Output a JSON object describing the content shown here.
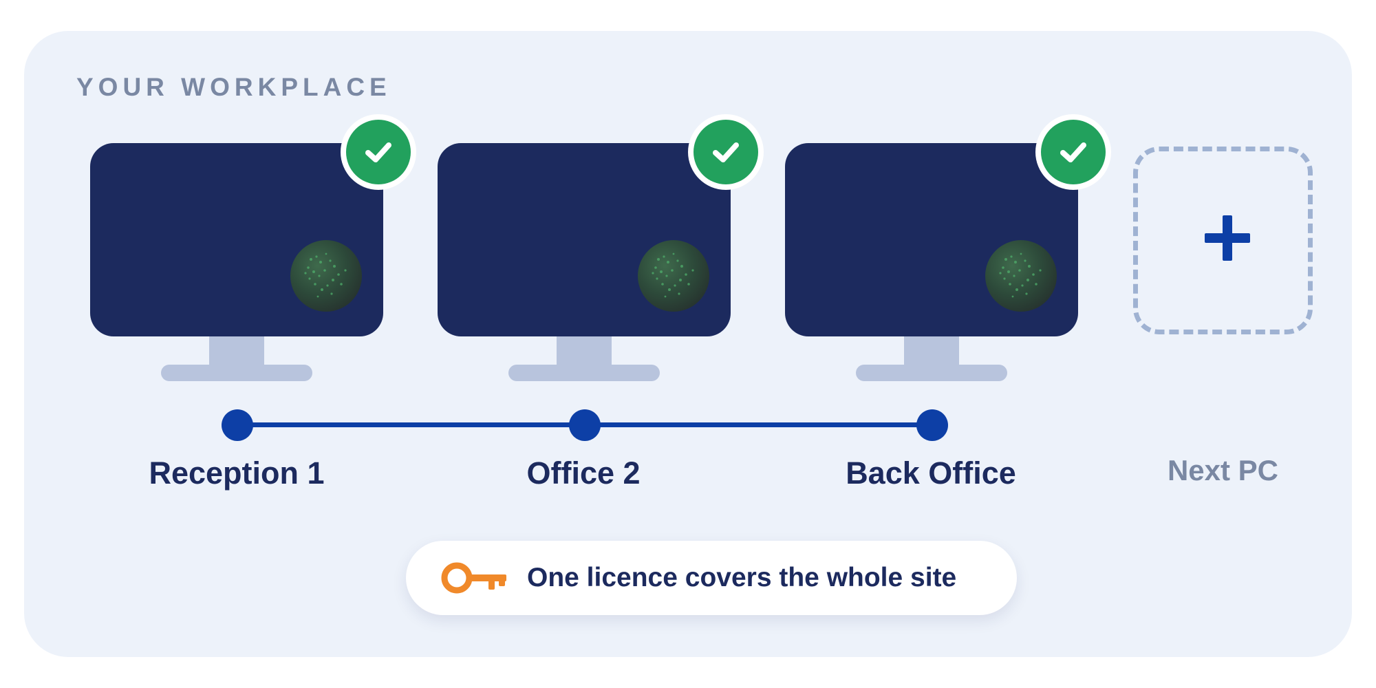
{
  "heading": "YOUR WORKPLACE",
  "computers": [
    {
      "label": "Reception 1",
      "status": "licensed"
    },
    {
      "label": "Office 2",
      "status": "licensed"
    },
    {
      "label": "Back Office",
      "status": "licensed"
    }
  ],
  "add_tile": {
    "label": "Next PC",
    "icon": "plus-icon"
  },
  "licence": {
    "text": "One licence covers the whole site",
    "icon": "key-icon"
  },
  "colors": {
    "panel": "#edf2fa",
    "screen": "#1c2a5e",
    "accent": "#0d3fa6",
    "check": "#22a15d",
    "key": "#f0892a",
    "muted": "#7a88a3"
  }
}
